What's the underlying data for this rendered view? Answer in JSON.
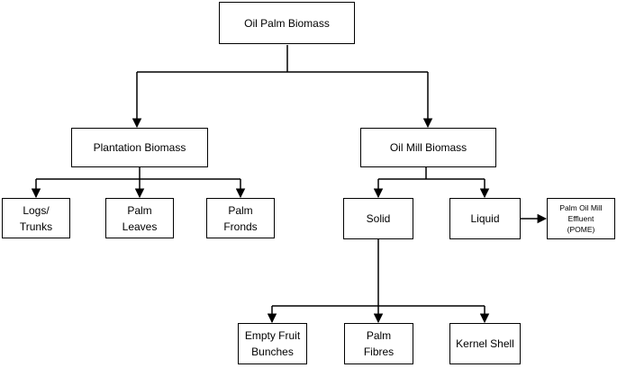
{
  "diagram": {
    "root": {
      "label": "Oil Palm Biomass"
    },
    "plantation": {
      "label": "Plantation Biomass",
      "children": [
        {
          "label": "Logs/\nTrunks"
        },
        {
          "label": "Palm\nLeaves"
        },
        {
          "label": "Palm\nFronds"
        }
      ]
    },
    "mill": {
      "label": "Oil Mill Biomass",
      "solid": {
        "label": "Solid",
        "children": [
          {
            "label": "Empty Fruit\nBunches"
          },
          {
            "label": "Palm\nFibres"
          },
          {
            "label": "Kernel Shell"
          }
        ]
      },
      "liquid": {
        "label": "Liquid",
        "children": [
          {
            "label": "Palm Oil Mill\nEffluent\n(POME)"
          }
        ]
      }
    },
    "colors": {
      "line": "#000000",
      "box_border": "#000000",
      "box_fill": "#ffffff",
      "text": "#000000"
    }
  }
}
